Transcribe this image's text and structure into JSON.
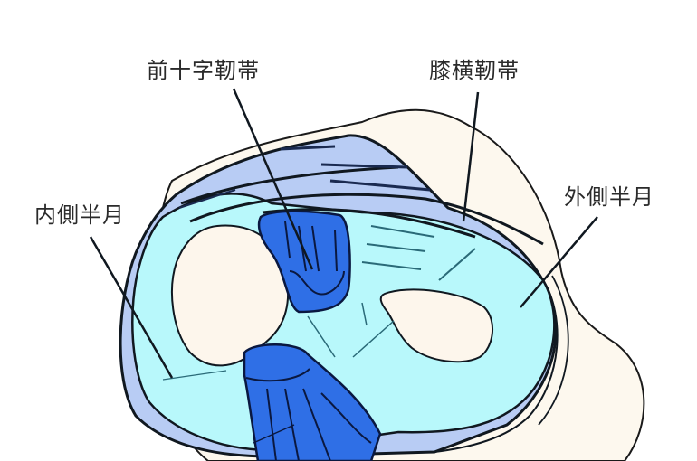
{
  "diagram": {
    "subject": "knee joint (tibial plateau, top view)",
    "labels": {
      "acl": "前十字靭帯",
      "transverse_ligament": "膝横靭帯",
      "medial_meniscus": "内側半月",
      "lateral_meniscus": "外側半月"
    },
    "colors": {
      "bone": "#fdf8ee",
      "meniscus": "#b8f8fb",
      "capsule": "#b8ccf4",
      "ligament": "#2f6fe6",
      "outline": "#101820",
      "fiber": "#2a6a78",
      "label_text": "#2a2a2a"
    }
  }
}
